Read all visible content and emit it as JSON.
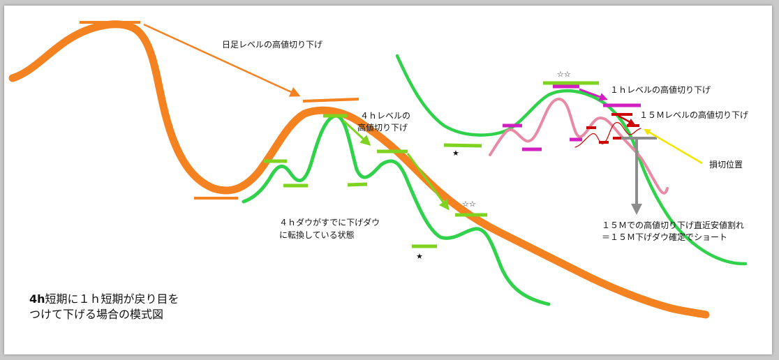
{
  "labels": {
    "daily_lower_high": "日足レベルの高値切り下げ",
    "four_h_lower_high_1": "４ｈレベルの",
    "four_h_lower_high_2": "高値切り下げ",
    "one_h_lower_high": "１ｈレベルの高値切り下げ",
    "fifteen_m_lower_high": "１５Ｍレベルの高値切り下げ",
    "stop_loss": "損切位置",
    "four_h_dow_1": "４ｈダウがすでに下げダウ",
    "four_h_dow_2": "に転換している状態",
    "fifteen_m_break_1": "１５Ｍでの高値切り下げ直近安値割れ",
    "fifteen_m_break_2": "＝１５Ｍ下げダウ確定でショート"
  },
  "title": {
    "line1_bold": "4h",
    "line1_rest": "短期に１ｈ短期が戻り目を",
    "line2": "つけて下げる場合の模式図"
  },
  "markers": {
    "star_single": "★",
    "star_double": "☆☆"
  },
  "colors": {
    "daily": "#f58220",
    "four_h": "#2fd24a",
    "level_green": "#7ed321",
    "one_h": "#e88aa6",
    "one_h_level": "#d020c0",
    "fifteen_m": "#cc0000",
    "stop_arrow": "#f2e600",
    "gray_arrow": "#8c8c8c"
  }
}
